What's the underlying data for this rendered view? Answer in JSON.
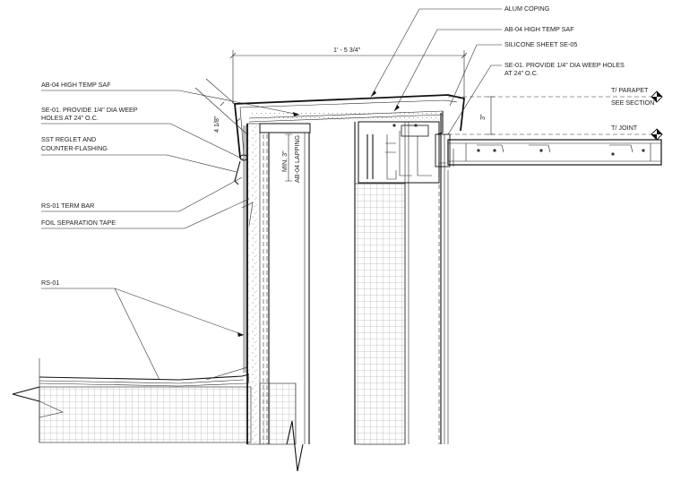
{
  "labels": {
    "alum_coping": "ALUM COPING",
    "ab04_top": "AB-04 HIGH TEMP SAF",
    "silicone": "SILICONE SHEET SE-05",
    "se01_right_1": "SE-01. PROVIDE 1/4\" DIA WEEP HOLES",
    "se01_right_2": "AT 24\" O.C.",
    "ab04_left": "AB-04 HIGH TEMP SAF",
    "se01_left_1": "SE-01. PROVIDE 1/4\" DIA WEEP",
    "se01_left_2": "HOLES AT 24\" O.C.",
    "reglet_1": "SST REGLET AND",
    "reglet_2": "COUNTER-FLASHING",
    "term_bar": "RS-01 TERM BAR",
    "foil": "FOIL SEPARATION TAPE",
    "rs01": "RS-01",
    "t_parapet": "T/ PARAPET",
    "see_section": "SEE SECTION",
    "t_joint": "T/ JOINT"
  },
  "dimensions": {
    "width": "1' - 5 3/4\"",
    "coping_height": "4 1/8\"",
    "lap": "MIN. 3\"",
    "lap_note": "AB-04 LAPPING",
    "parapet_offset": "3\""
  },
  "icons": {
    "level_marker": "datum-diamond-icon"
  }
}
